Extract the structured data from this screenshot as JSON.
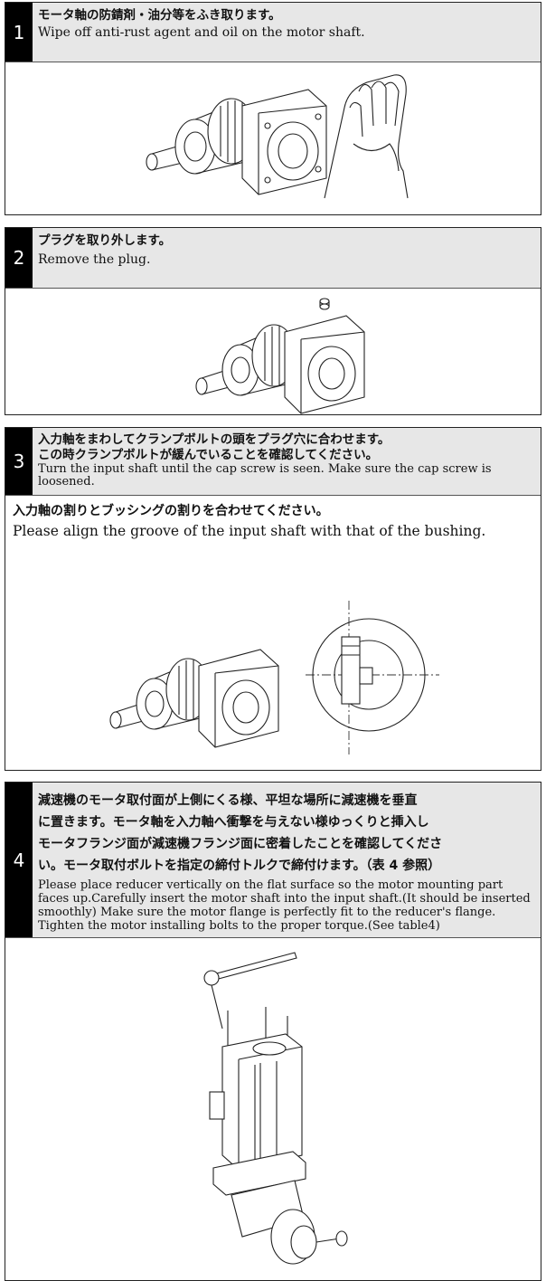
{
  "steps": [
    {
      "number": "1",
      "title_jp": "モータ軸の防錆剤・油分等をふき取ります。",
      "title_en": "Wipe off anti-rust agent and oil on the motor shaft."
    },
    {
      "number": "2",
      "title_jp": "プラグを取り外します。",
      "title_en": "Remove the plug."
    },
    {
      "number": "3",
      "title_jp_1": "入力軸をまわしてクランプボルトの頭をプラグ穴に合わせます。",
      "title_jp_2": "この時クランプボルトが緩んでいることを確認してください。",
      "title_en": "Turn the input shaft until the cap screw is seen. Make sure the cap screw is loosened.",
      "note_jp": "入力軸の割りとブッシングの割りを合わせてください。",
      "note_en": "Please align the groove of the input shaft with that of the bushing."
    },
    {
      "number": "4",
      "title_jp_1": "減速機のモータ取付面が上側にくる様、平坦な場所に減速機を垂直",
      "title_jp_2": "に置きます。モータ軸を入力軸へ衝撃を与えない様ゆっくりと挿入し",
      "title_jp_3": "モータフランジ面が減速機フランジ面に密着したことを確認してくださ",
      "title_jp_4": "い。モータ取付ボルトを指定の締付トルクで締付けます。（表 4 参照）",
      "title_en_1": "Please place reducer vertically on the flat surface so the motor mounting part faces up.Carefully insert the motor shaft into the input shaft.(It should be inserted smoothly) Make sure the motor flange is perfectly fit to the reducer's flange.",
      "title_en_2": "Tighten the motor installing bolts to the proper torque.(See table4)"
    }
  ],
  "icons": [
    "gear-reducer-illustration",
    "wiping-hand-icon",
    "plug-icon",
    "cap-screw-section-icon",
    "wrench-icon",
    "motor-illustration"
  ]
}
